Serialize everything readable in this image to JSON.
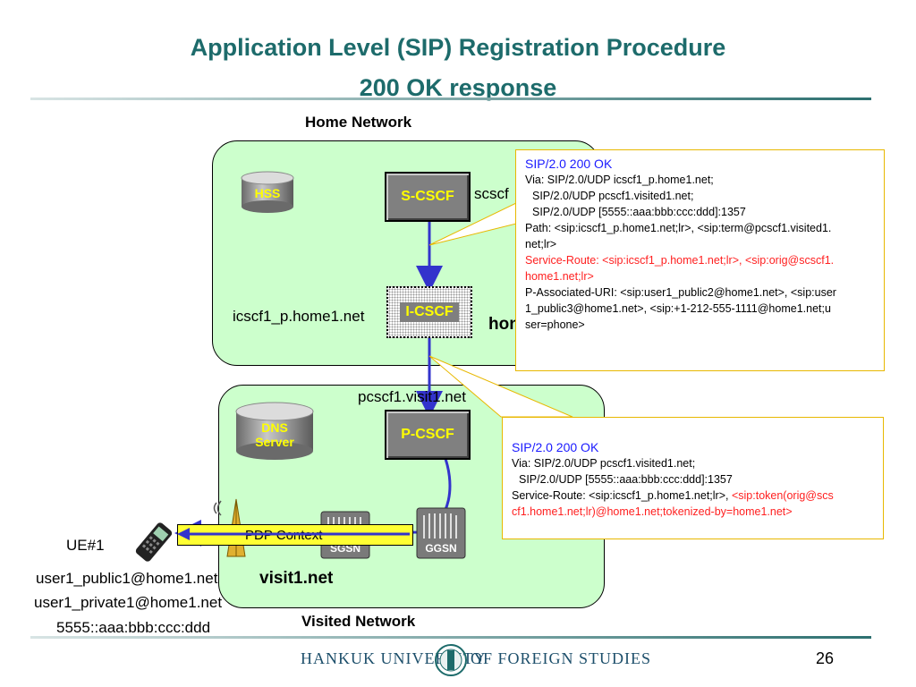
{
  "slide": {
    "title_line1": "Application Level (SIP) Registration Procedure",
    "title_line2": "200 OK response",
    "page_number": "26"
  },
  "home": {
    "label": "Home Network",
    "domain_partial": "hon",
    "hss": "HSS",
    "scscf": "S-CSCF",
    "scscf_name_partial": "scscf",
    "icscf": "I-CSCF",
    "icscf_name": "icscf1_p.home1.net"
  },
  "visited": {
    "label": "Visited Network",
    "domain": "visit1.net",
    "pcscf": "P-CSCF",
    "pcscf_name": "pcscf1.visit1.net",
    "dns_line1": "DNS",
    "dns_line2": "Server",
    "sgsn": "SGSN",
    "ggsn": "GGSN",
    "pdp": "PDP Context"
  },
  "ue": {
    "label": "UE#1",
    "public_id": "user1_public1@home1.net",
    "private_id": "user1_private1@home1.net",
    "address": "5555::aaa:bbb:ccc:ddd"
  },
  "callout_top": {
    "status": "SIP/2.0 200 OK",
    "via1": "Via: SIP/2.0/UDP icscf1_p.home1.net;",
    "via2": "SIP/2.0/UDP pcscf1.visited1.net;",
    "via3": "SIP/2.0/UDP [5555::aaa:bbb:ccc:ddd]:1357",
    "path1": "Path: <sip:icscf1_p.home1.net;lr>, <sip:term@pcscf1.visited1.",
    "path2": "net;lr>",
    "sr1": "Service-Route: <sip:icscf1_p.home1.net;lr>, <sip:orig@scscf1.",
    "sr2": "home1.net;lr>",
    "pau1": "P-Associated-URI: <sip:user1_public2@home1.net>, <sip:user",
    "pau2": "1_public3@home1.net>, <sip:+1-212-555-1111@home1.net;u",
    "pau3": "ser=phone>"
  },
  "callout_bottom": {
    "status": "SIP/2.0 200 OK",
    "via1": "Via: SIP/2.0/UDP pcscf1.visited1.net;",
    "via2": "SIP/2.0/UDP [5555::aaa:bbb:ccc:ddd]:1357",
    "sr_black": "Service-Route: <sip:icscf1_p.home1.net;lr>, ",
    "sr_red1": "<sip:token(orig@scs",
    "sr_red2": "cf1.home1.net;lr)@home1.net;tokenized-by=home1.net>"
  },
  "footer": {
    "univ_left": "HANKUK UNIVERSITY",
    "univ_right": "OF FOREIGN STUDIES"
  },
  "colors": {
    "title": "#1d6b6b",
    "network_fill": "#ccffcc",
    "arrow": "#3333cc",
    "callout_border": "#e8b800",
    "node_text": "#ffff00"
  },
  "icons": [
    "hss-database-icon",
    "dns-database-icon",
    "cell-tower-icon",
    "mobile-phone-icon",
    "sgsn-equipment-icon",
    "ggsn-equipment-icon",
    "university-emblem-icon"
  ]
}
